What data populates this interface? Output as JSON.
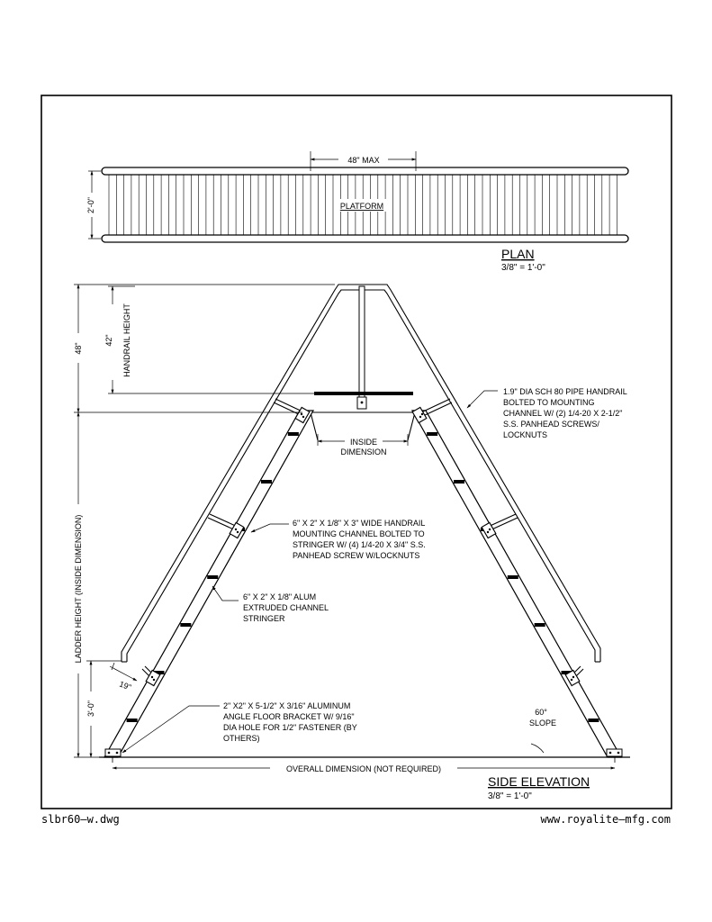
{
  "plan": {
    "title": "PLAN",
    "scale": "3/8\" = 1'-0\"",
    "platform_label": "PLATFORM",
    "width_dim": "48\" MAX",
    "depth_dim": "2'-0\""
  },
  "elevation": {
    "title": "SIDE ELEVATION",
    "scale": "3/8\" = 1'-0\"",
    "dim_48": "48\"",
    "dim_42": "42\"",
    "handrail_height": "HANDRAIL HEIGHT",
    "ladder_height": "LADDER HEIGHT (INSIDE DIMENSION)",
    "dim_3ft": "3'-0\"",
    "dim_19": "19\"",
    "inside_dimension_1": "INSIDE",
    "inside_dimension_2": "DIMENSION",
    "overall_dimension": "OVERALL DIMENSION (NOT REQUIRED)",
    "slope_1": "60°",
    "slope_2": "SLOPE"
  },
  "notes": {
    "handrail": [
      "1.9\" DIA SCH 80 PIPE HANDRAIL",
      "BOLTED TO  MOUNTING",
      "CHANNEL W/ (2) 1/4-20  X 2-1/2\"",
      "S.S. PANHEAD SCREWS/",
      "LOCKNUTS"
    ],
    "mounting_channel": [
      "6\" X 2\" X 1/8\" X 3\" WIDE HANDRAIL",
      "MOUNTING CHANNEL BOLTED TO",
      "STRINGER W/ (4) 1/4-20 X 3/4\" S.S.",
      "PANHEAD SCREW W/LOCKNUTS"
    ],
    "stringer": [
      "6\" X 2\" X 1/8\" ALUM",
      "EXTRUDED CHANNEL",
      "STRINGER"
    ],
    "floor_bracket": [
      "2\" X2\" X 5-1/2\" X 3/16\" ALUMINUM",
      "ANGLE FLOOR BRACKET W/ 9/16\"",
      "DIA HOLE FOR 1/2\" FASTENER (BY",
      "OTHERS)"
    ]
  },
  "footer": {
    "file_name": "slbr60–w.dwg",
    "url": "www.royalite–mfg.com"
  }
}
